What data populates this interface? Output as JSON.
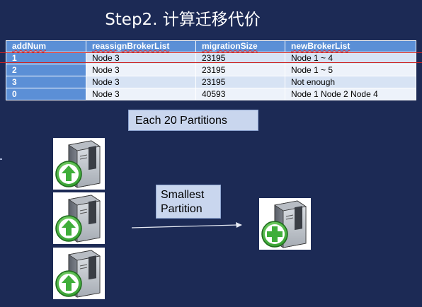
{
  "title": "Step2. 计算迁移代价",
  "table": {
    "headers": [
      "addNum",
      "reassignBrokerList",
      "migrationSize",
      "newBrokerList"
    ],
    "rows": [
      [
        "1",
        "Node 3",
        "23195",
        "Node 1 ~ 4"
      ],
      [
        "2",
        "Node 3",
        "23195",
        "Node 1 ~ 5"
      ],
      [
        "3",
        "Node 3",
        "23195",
        "Not enough"
      ],
      [
        "0",
        "Node 3",
        "40593",
        "Node 1 Node 2 Node 4"
      ]
    ]
  },
  "labels": {
    "partitions": "Each 20 Partitions",
    "smallest_line1": "Smallest",
    "smallest_line2": "Partition"
  },
  "icons": {
    "source_servers": [
      "server-upload-icon",
      "server-upload-icon",
      "server-upload-icon"
    ],
    "target_server": "server-add-icon"
  },
  "colors": {
    "background": "#1c2a55",
    "header": "#5b8fd6",
    "label_box": "#c9d6ee",
    "badge_green": "#3fae3a"
  }
}
